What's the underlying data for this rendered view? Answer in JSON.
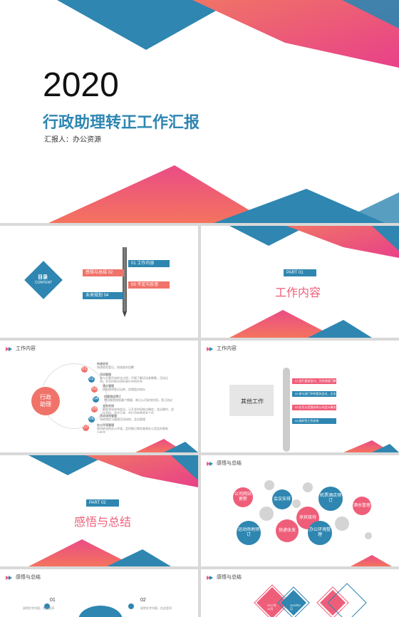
{
  "cover": {
    "year": "2020",
    "title": "行政助理转正工作汇报",
    "reporter": "汇报人：办公资源"
  },
  "toc": {
    "badge_title": "目录",
    "badge_sub": "CONTENT",
    "items": [
      {
        "num": "01",
        "label": "工作内容"
      },
      {
        "num": "02",
        "label": "感悟与总结"
      },
      {
        "num": "03",
        "label": "不足与反思"
      },
      {
        "num": "04",
        "label": "未来规划"
      }
    ]
  },
  "part1": {
    "part_label": "PART",
    "part_num": "01",
    "title": "工作内容"
  },
  "work1": {
    "header": "工作内容",
    "center": "行政\n助理",
    "items": [
      {
        "num": "01",
        "title": "快递收发",
        "desc": "快递收发登记，快递准时回覆"
      },
      {
        "num": "02",
        "title": "活动管理",
        "desc": "参与主题活动的全过程，仔细了解活动参数数，活动过程，并及时报告组织单位中的信息"
      },
      {
        "num": "03",
        "title": "酒水管理",
        "desc": "按照规则登记出库，定期盘点结存"
      },
      {
        "num": "04",
        "title": "机票酒店预订",
        "desc": "费用做是按照客户需要，每日公司安排住宿，签订协议"
      },
      {
        "num": "05",
        "title": "会务安排",
        "desc": "帮助领导安排会议，订开会时间地点确定，会议邀约、会议资料、会议记录、会后总结等相关工作"
      },
      {
        "num": "06",
        "title": "活动场地管理",
        "desc": "场地预定与管理活动场地，会议管理"
      },
      {
        "num": "07",
        "title": "办公环境管理",
        "desc": "保持舒适的办公环境，定时做日常检查和办公用品的更新与补充"
      }
    ]
  },
  "work2": {
    "header": "工作内容",
    "box_label": "其他工作",
    "items": [
      {
        "label": "01.会行复核会计，为其他部门做好协调工作"
      },
      {
        "label": "02.参与部门中的相关会议，企业年会的分工准备及负责完成"
      },
      {
        "label": "03.在可以范围内的公司会计事务"
      },
      {
        "label": "04.临时性工作安排"
      }
    ]
  },
  "part2": {
    "part_label": "PART",
    "part_num": "02",
    "title": "感悟与总结"
  },
  "insight": {
    "header": "感悟与总结",
    "bubbles": [
      {
        "label": "公司网站更新"
      },
      {
        "label": "会议安排"
      },
      {
        "label": "机票酒店预订"
      },
      {
        "label": "酒水管理"
      },
      {
        "label": "来宾接待"
      },
      {
        "label": "运动场地预订"
      },
      {
        "label": "快递收发"
      },
      {
        "label": "办公环境整理"
      }
    ]
  },
  "insight2": {
    "header": "感悟与总结",
    "items": [
      {
        "num": "01",
        "desc": "说明文字内容，在这里添加具体内容"
      },
      {
        "num": "02",
        "desc": "说明文字内容，在这里添加具体内容"
      }
    ]
  },
  "insight3": {
    "header": "感悟与总结",
    "dates": [
      "2017年12月",
      "2020年1月",
      "2020年2月"
    ]
  },
  "colors": {
    "blue": "#2e86b1",
    "pink": "#ef5e79",
    "coral": "#f0736a",
    "gray": "#d4d4d4"
  }
}
